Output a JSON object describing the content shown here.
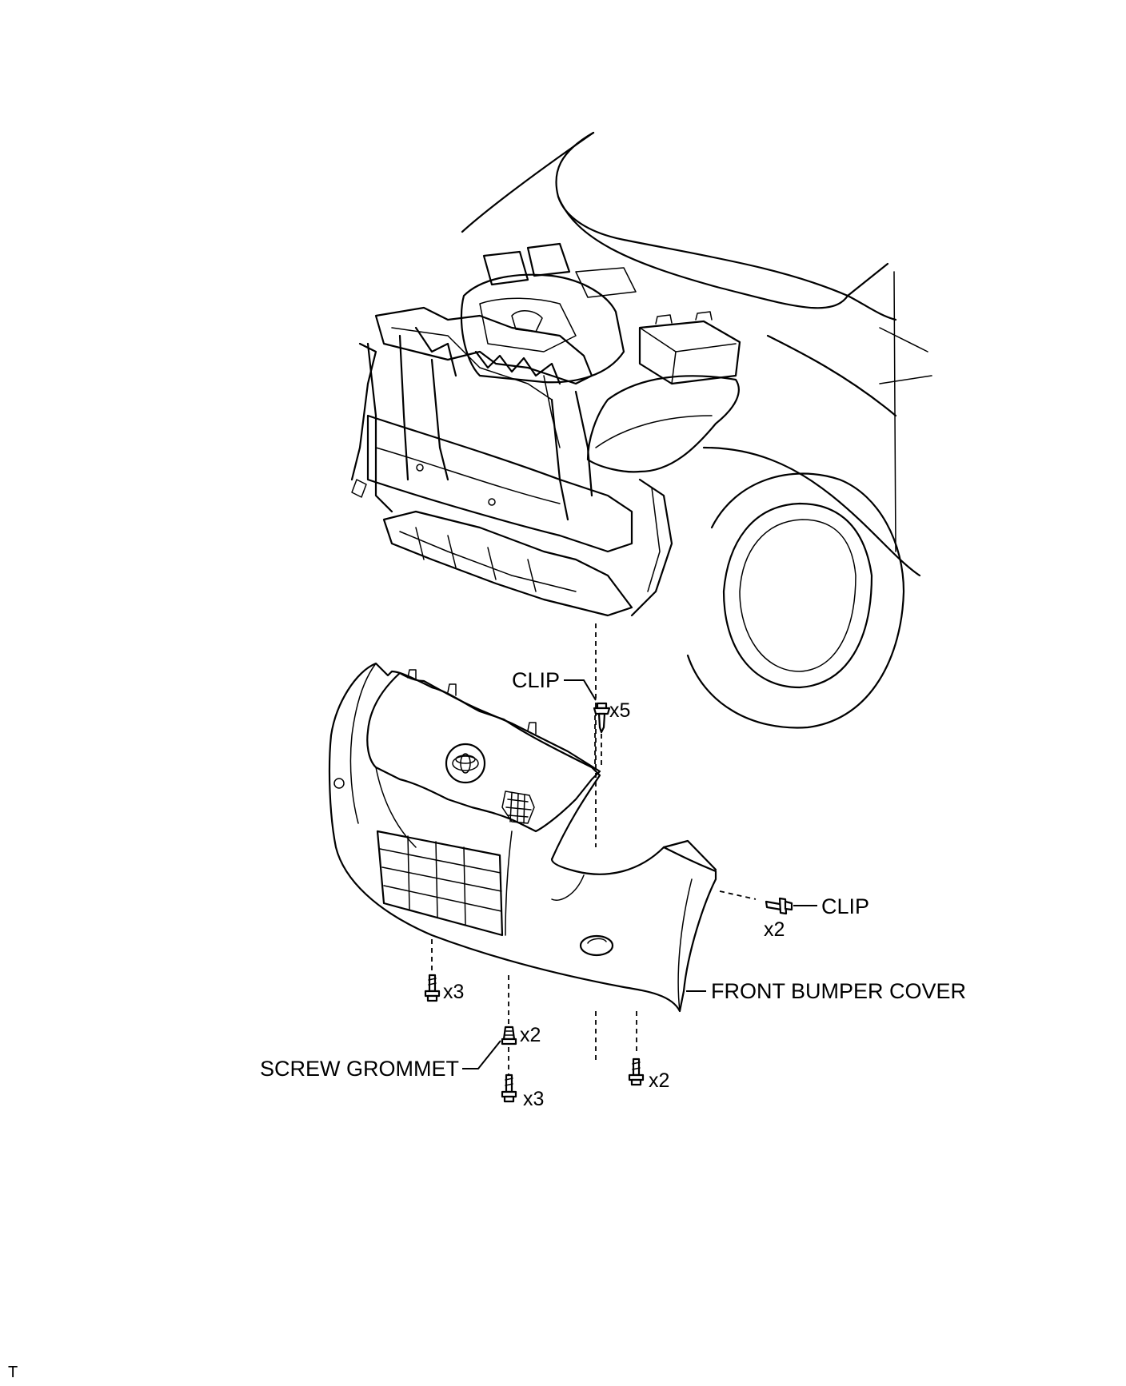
{
  "labels": {
    "clip_top": "CLIP",
    "clip_top_qty": "x5",
    "clip_right": "CLIP",
    "clip_right_qty": "x2",
    "front_bumper_cover": "FRONT BUMPER COVER",
    "screw_grommet": "SCREW GROMMET",
    "screw_left_qty": "x3",
    "grommet_qty": "x2",
    "screw_center_qty": "x3",
    "screw_right_qty": "x2"
  },
  "corner_mark": "T"
}
